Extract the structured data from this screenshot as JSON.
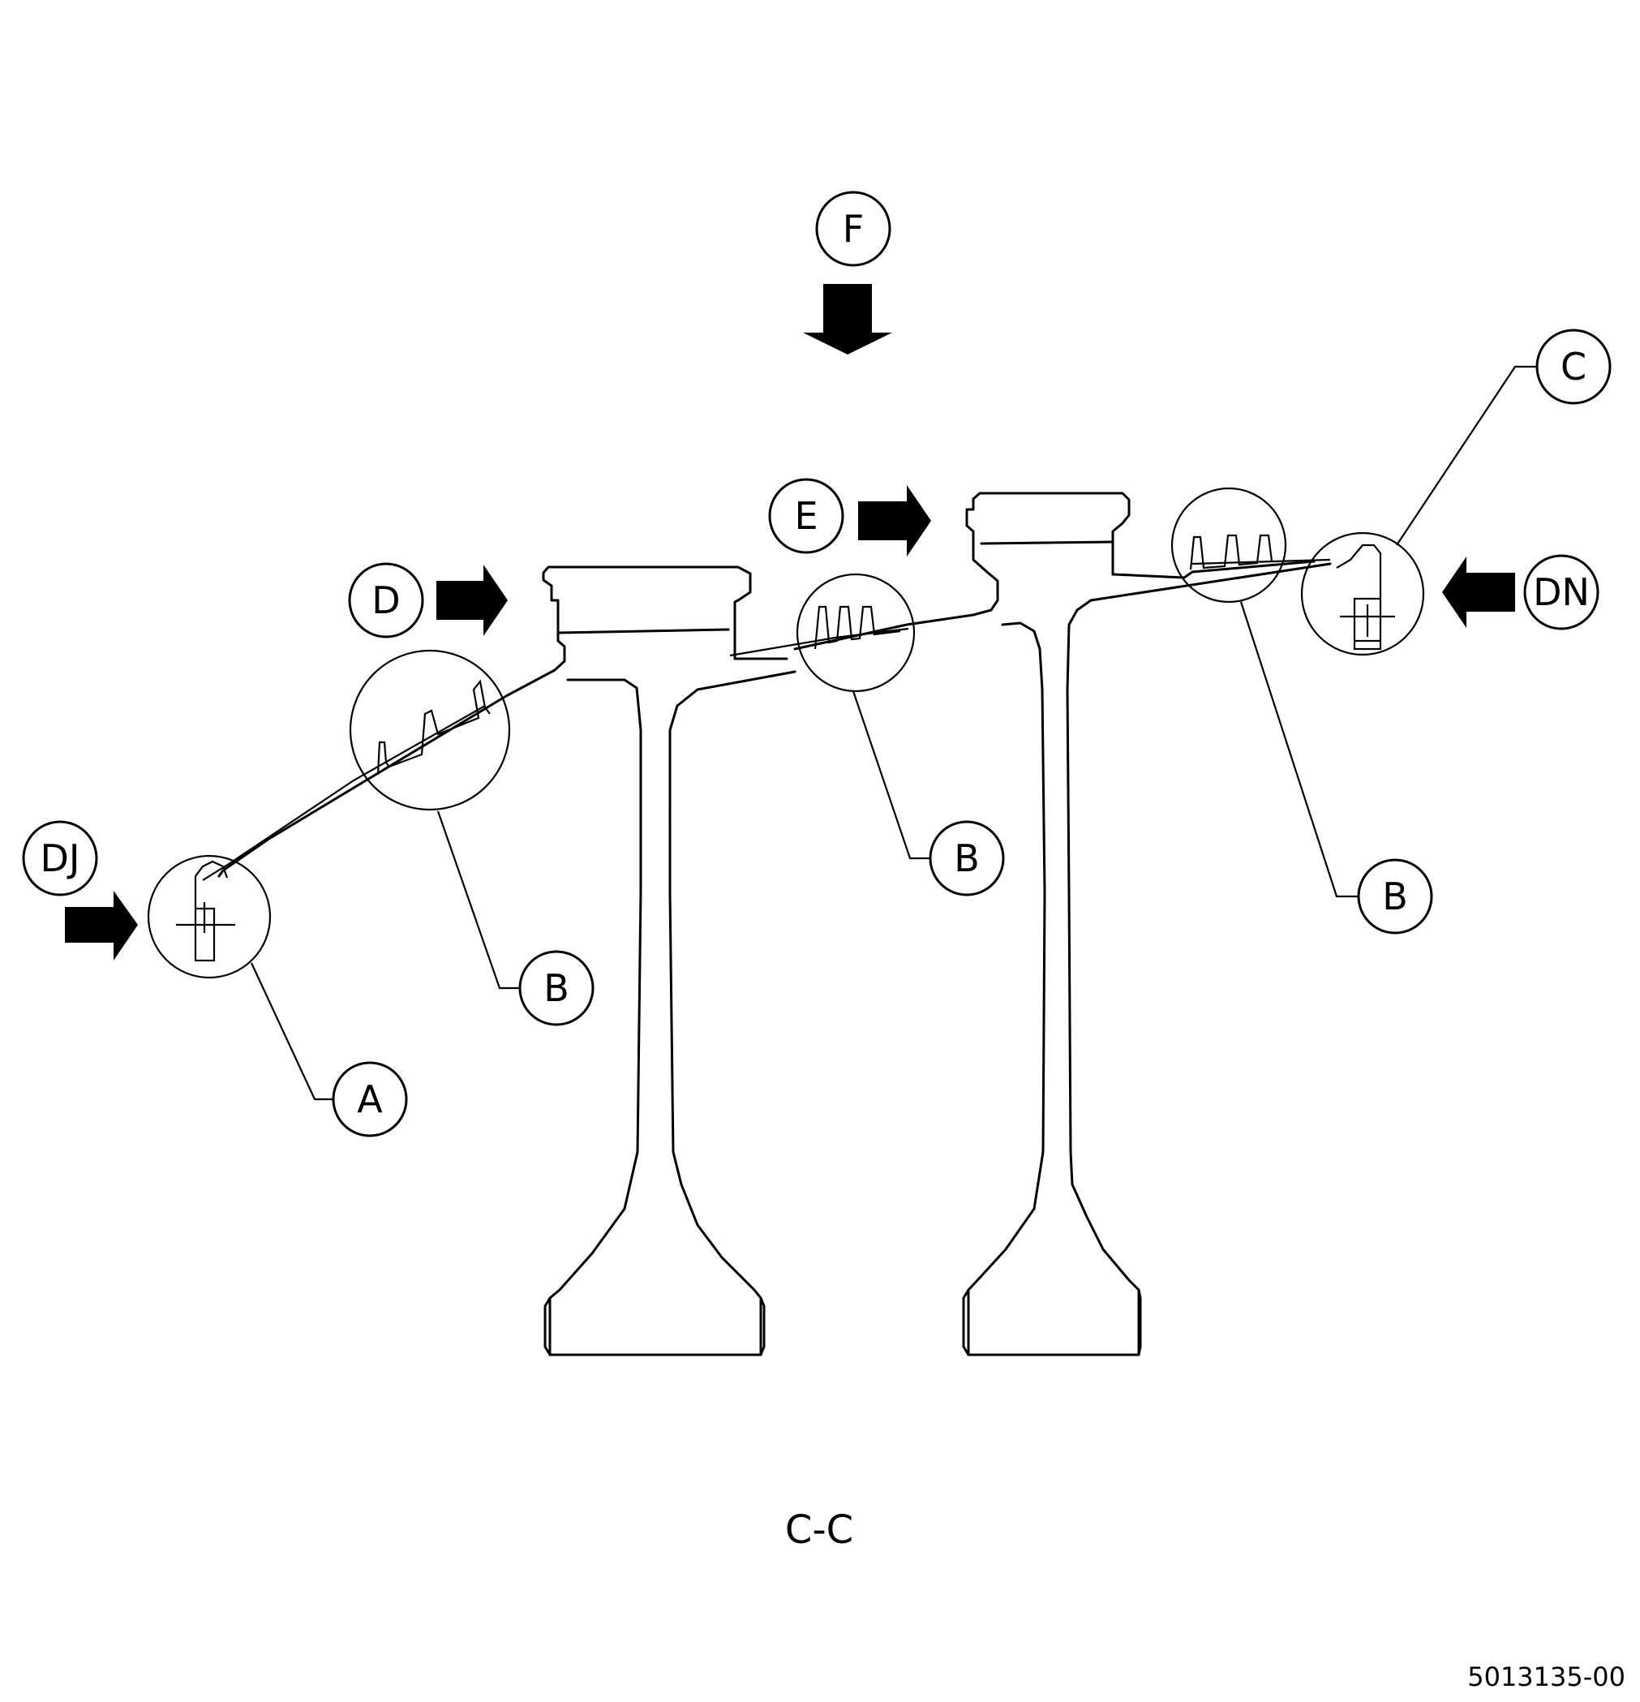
{
  "labels": {
    "f": "F",
    "c": "C",
    "e": "E",
    "d": "D",
    "dn": "DN",
    "dj": "DJ",
    "a": "A",
    "b1": "B",
    "b2": "B",
    "b3": "B"
  },
  "section_caption": "C-C",
  "document_number": "5013135-00"
}
